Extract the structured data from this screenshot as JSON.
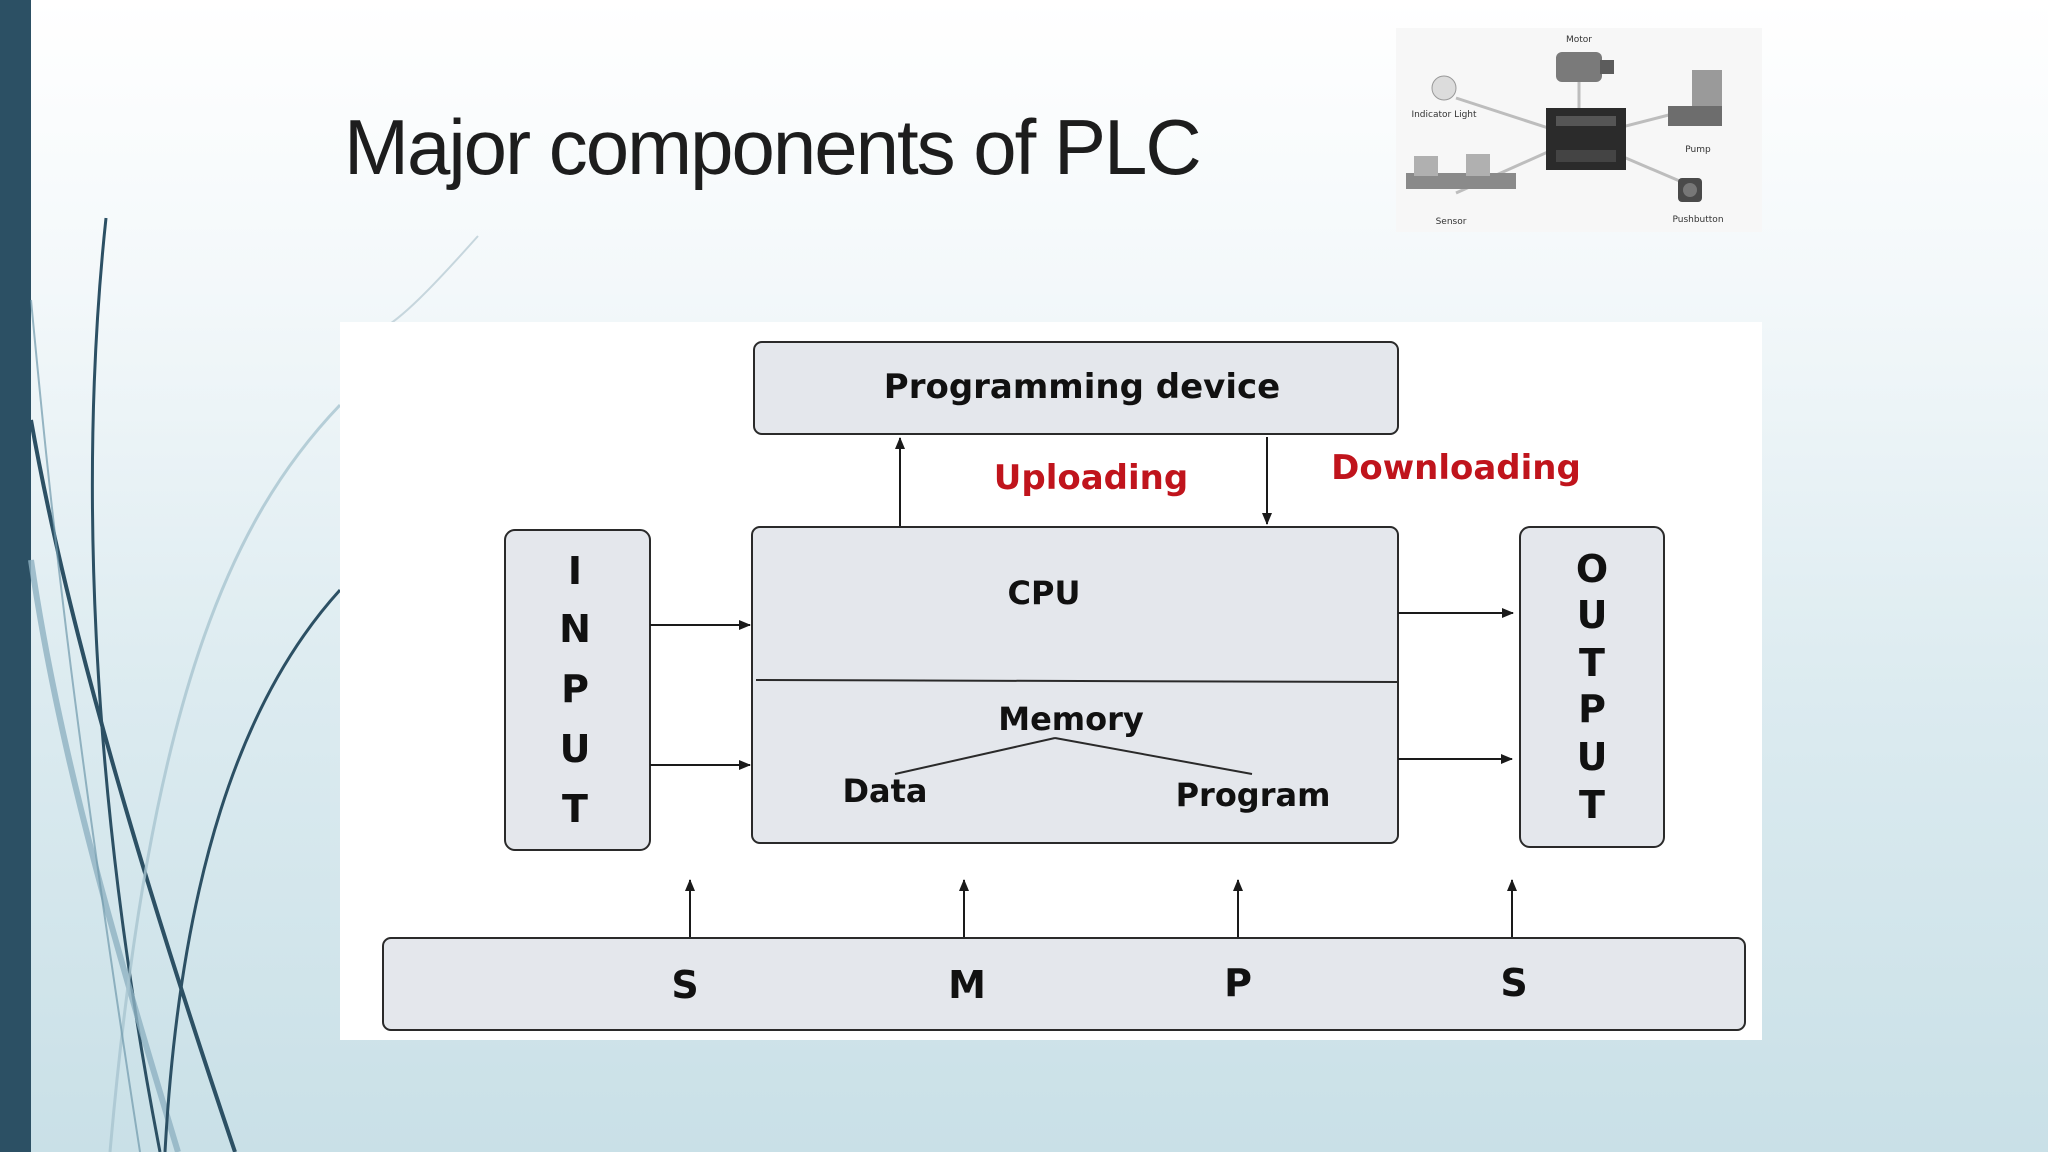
{
  "slide": {
    "title": "Major components of PLC"
  },
  "plc_image": {
    "labels": {
      "motor": "Motor",
      "indicator_light": "Indicator Light",
      "pump": "Pump",
      "sensor": "Sensor",
      "pushbutton": "Pushbutton"
    }
  },
  "diagram": {
    "programming_device": "Programming device",
    "uploading": "Uploading",
    "downloading": "Downloading",
    "cpu": "CPU",
    "memory": "Memory",
    "data": "Data",
    "program": "Program",
    "input_letters": [
      "I",
      "N",
      "P",
      "U",
      "T"
    ],
    "output_letters": [
      "O",
      "U",
      "T",
      "P",
      "U",
      "T"
    ],
    "smps_letters": [
      "S",
      "M",
      "P",
      "S"
    ]
  },
  "colors": {
    "sidebar": "#2c5064",
    "box_fill": "#e4e7ec",
    "accent_red": "#c0141c"
  }
}
